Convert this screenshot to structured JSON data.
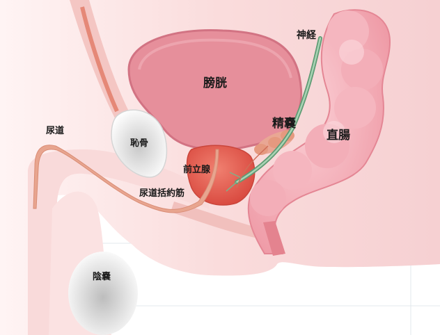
{
  "labels": {
    "bladder": "膀胱",
    "nerve": "神経",
    "seminal_vesicle": "精嚢",
    "rectum": "直腸",
    "urethra": "尿道",
    "pubic_bone": "恥骨",
    "prostate": "前立腺",
    "urethral_sphincter": "尿道括約筋",
    "scrotum": "陰嚢"
  },
  "colors": {
    "skin": "#f9dcdc",
    "bladder": "#e8909c",
    "rectum": "#f2a9b3",
    "prostate": "#e2574c",
    "urethra": "#e8a48e",
    "nerve": "#7fb08a",
    "bone": "#eeeeee"
  }
}
